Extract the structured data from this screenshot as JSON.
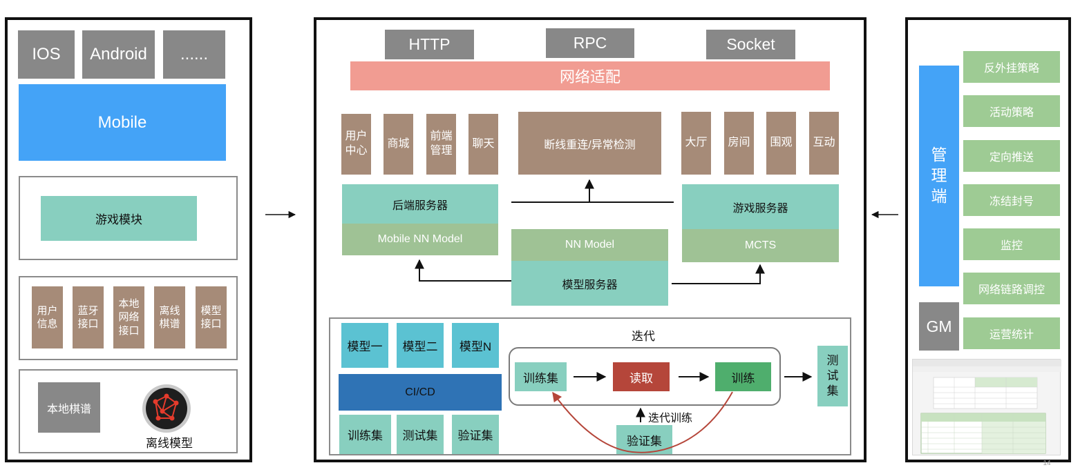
{
  "left": {
    "platforms": [
      "IOS",
      "Android",
      "......"
    ],
    "mobile": "Mobile",
    "game_module": "游戏模块",
    "local_items": [
      "用户\n信息",
      "蓝牙\n接口",
      "本地\n网络\n接口",
      "离线\n棋谱",
      "模型\n接口"
    ],
    "local_chess": "本地棋谱",
    "offline_model": "离线模型"
  },
  "center": {
    "protocols": [
      "HTTP",
      "RPC",
      "Socket"
    ],
    "network_adapter": "网络适配",
    "services_left": [
      "用户\n中心",
      "商城",
      "前端\n管理",
      "聊天"
    ],
    "reconnect": "断线重连/异常检测",
    "services_right": [
      "大厅",
      "房间",
      "围观",
      "互动"
    ],
    "backend_server": "后端服务器",
    "mobile_nn_model": "Mobile NN Model",
    "nn_model": "NN Model",
    "model_server": "模型服务器",
    "game_server": "游戏服务器",
    "mcts": "MCTS",
    "training": {
      "models": [
        "模型一",
        "模型二",
        "模型N"
      ],
      "cicd": "CI/CD",
      "datasets": [
        "训练集",
        "测试集",
        "验证集"
      ],
      "iterate": "迭代",
      "train_set": "训练集",
      "read": "读取",
      "train": "训练",
      "iter_train": "迭代训练",
      "validation_set": "验证集",
      "test_set": "测\n试\n集"
    }
  },
  "right": {
    "management": "管\n理\n端",
    "gm": "GM",
    "items": [
      "反外挂策略",
      "活动策略",
      "定向推送",
      "冻结封号",
      "监控",
      "网络链路调控",
      "运营统计"
    ]
  },
  "page_number": "14",
  "colors": {
    "blue": "#44a3f7",
    "salmon": "#f19c92",
    "brown": "#a68b78",
    "teal": "#88cfbf",
    "olive": "#9fc295",
    "dark_blue": "#2f73b5",
    "red_brown": "#b5463a",
    "green": "#4fae6d",
    "cyan": "#5bc2d2",
    "gray": "#888888"
  }
}
